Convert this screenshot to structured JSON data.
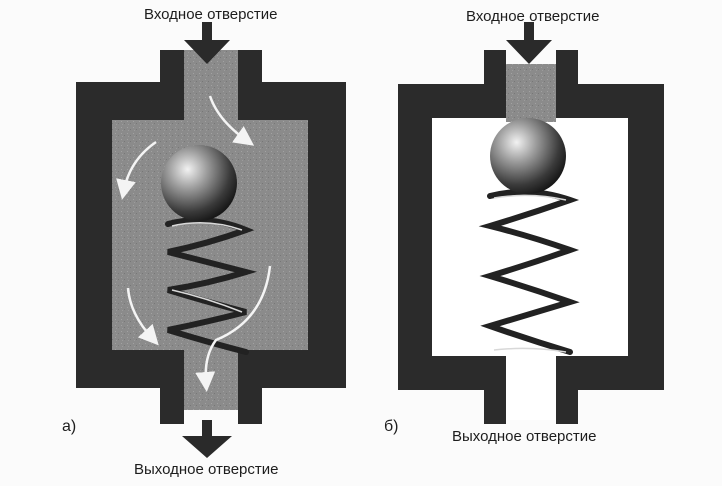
{
  "diagrams": [
    {
      "tag": "а)",
      "state": "open",
      "inlet_label": "Входное отверстие",
      "outlet_label": "Выходное отверстие"
    },
    {
      "tag": "б)",
      "state": "closed",
      "inlet_label": "Входное отверстие",
      "outlet_label": "Выходное отверстие"
    }
  ],
  "colors": {
    "body": "#2b2b2b",
    "fluid": "#8e8e8e",
    "interior_closed": "#ffffff",
    "ball_dark": "#2a2a2a",
    "ball_light": "#e8e8e8",
    "spring": "#222222",
    "arrow": "#f4f4f4",
    "flow_arrow": "#2e2e2e"
  },
  "icons": [
    "inlet-arrow-icon",
    "outlet-arrow-icon",
    "flow-arrow-icon",
    "ball-icon",
    "spring-icon"
  ]
}
